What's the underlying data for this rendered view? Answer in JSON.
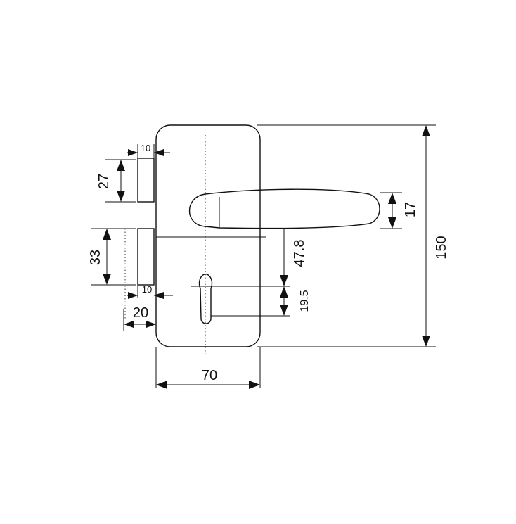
{
  "dimensions": {
    "plate_width": "70",
    "plate_height": "150",
    "handle_thickness": "17",
    "handle_to_cylinder": "47.8",
    "cylinder_offset": "19.5",
    "upper_latch_height": "27",
    "lower_latch_height": "33",
    "upper_latch_width": "10",
    "lower_latch_width": "10",
    "latch_total_depth": "20"
  }
}
